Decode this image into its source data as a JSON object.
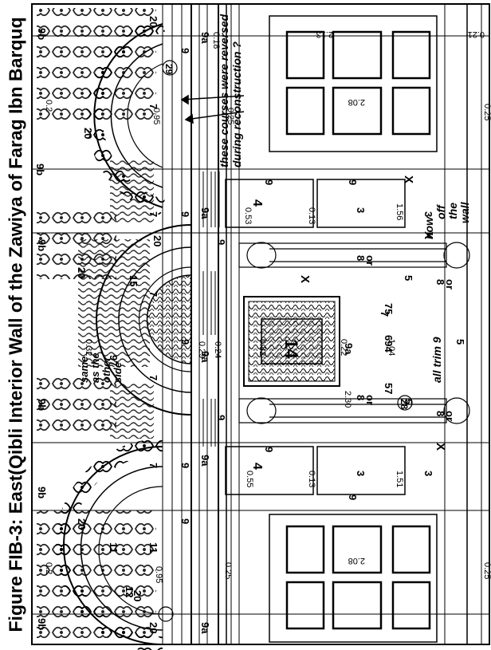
{
  "caption": "Figure FIB-3: East(Qibli Interior Wall of the Zawiya of Farag Ibn Barquq",
  "annotation": {
    "line1": "these courses were reversed",
    "line2": "during reconstruction ?"
  },
  "note_off_wall": [
    "now",
    "off",
    "the",
    "wall"
  ],
  "note_same_side": [
    "same",
    "as the",
    "other",
    "side"
  ],
  "note_all_trim": "all trim 9",
  "dimensions": {
    "top_right": "0.18",
    "d_213": "2.13",
    "d_021": "0.21",
    "d_095_top": "0.95",
    "d_025_top": "0.25",
    "d_208_top": "2.08",
    "d_025_top_right": "0.25",
    "d_02_top": "0.2",
    "d_053": "0.53",
    "d_013_top": "0.13",
    "d_156": "1.56",
    "d_032": "0.32",
    "d_029": "0.29",
    "d_024": "0.24",
    "d_082": "0.82",
    "d_022": "0.22",
    "d_104": "1.04",
    "d_230": "2.30",
    "d_055": "0.55",
    "d_013_bot": "0.13",
    "d_151": "1.51",
    "d_02_bot": "0.2",
    "d_095_bot": "0.95",
    "d_025_bot": "0.25",
    "d_208_bot": "2.08",
    "d_025_bot_right": "0.25"
  },
  "labels": {
    "window_4": "4",
    "center_14": "14",
    "x_mark": "X",
    "n_9": "9",
    "n_9a": "9a",
    "n_9b": "9b",
    "n_7": "7",
    "n_20": "20",
    "n_15": "15",
    "n_12": "12",
    "n_11": "11",
    "n_5": "5",
    "n_3": "3",
    "n_8": "8",
    "or": "or",
    "n_57": "57",
    "n_75": "75",
    "n_694": "694",
    "n_97": "97",
    "n_29": "29",
    "n_28": "28"
  }
}
